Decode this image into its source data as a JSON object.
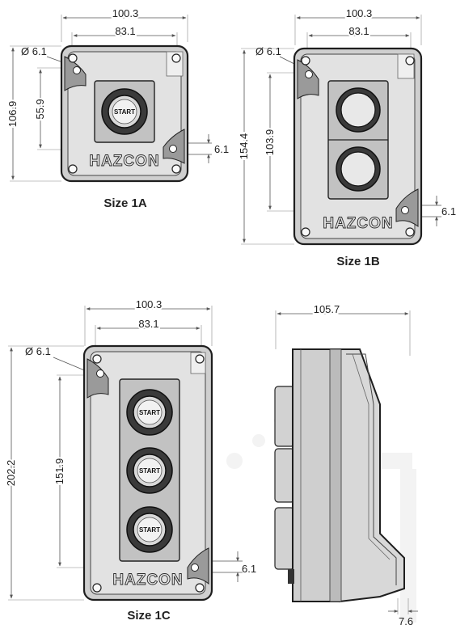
{
  "brand": "HAZCON",
  "button_label": "START",
  "size_1a": {
    "caption": "Size 1A",
    "width_outer": "100.3",
    "width_inner": "83.1",
    "height_total": "106.9",
    "hole_pitch": "55.9",
    "hole_dia": "Ø 6.1",
    "slot": "6.1"
  },
  "size_1b": {
    "caption": "Size 1B",
    "width_outer": "100.3",
    "width_inner": "83.1",
    "height_total": "154.4",
    "hole_pitch": "103.9",
    "hole_dia": "Ø 6.1",
    "slot": "6.1"
  },
  "size_1c": {
    "caption": "Size 1C",
    "width_outer": "100.3",
    "width_inner": "83.1",
    "height_total": "202.2",
    "hole_pitch": "151.9",
    "hole_dia": "Ø 6.1",
    "slot": "6.1"
  },
  "side_view": {
    "depth": "105.7",
    "offset": "7.6"
  }
}
